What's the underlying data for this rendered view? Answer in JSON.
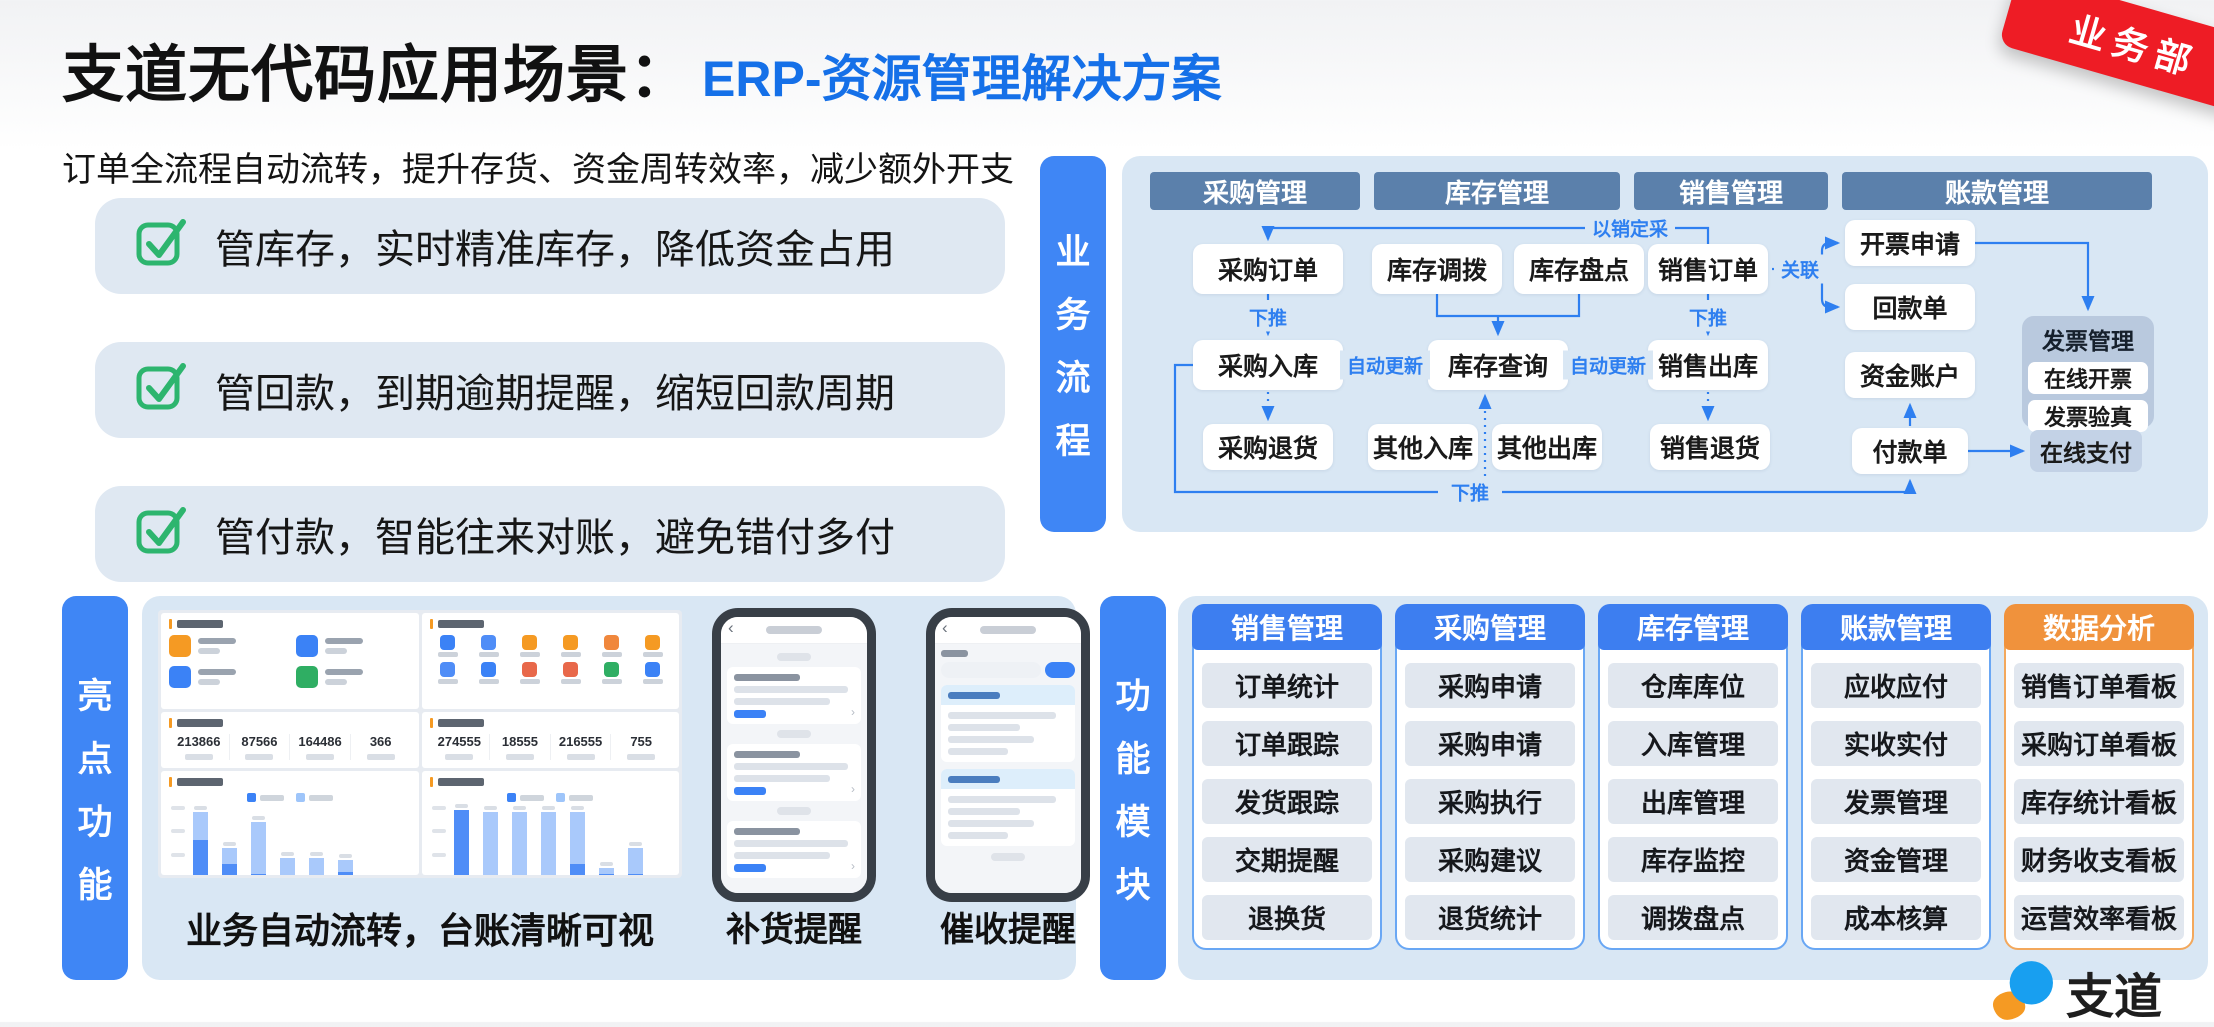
{
  "header": {
    "title_black": "支道无代码应用场景：",
    "title_blue": "ERP-资源管理解决方案",
    "ribbon": "业务部",
    "subtitle": "订单全流程自动流转，提升存货、资金周转效率，减少额外开支"
  },
  "highlights": [
    {
      "text": "管库存，实时精准库存，降低资金占用"
    },
    {
      "text": "管回款，到期逾期提醒，缩短回款周期"
    },
    {
      "text": "管付款，智能往来对账，避免错付多付"
    }
  ],
  "flow": {
    "tab": "业务流程",
    "headers": [
      "采购管理",
      "库存管理",
      "销售管理",
      "账款管理"
    ],
    "nodes": [
      {
        "id": "purchase-order",
        "label": "采购订单"
      },
      {
        "id": "stock-transfer",
        "label": "库存调拨"
      },
      {
        "id": "stock-count",
        "label": "库存盘点"
      },
      {
        "id": "sales-order",
        "label": "销售订单"
      },
      {
        "id": "invoice-request",
        "label": "开票申请"
      },
      {
        "id": "receipt-note",
        "label": "回款单"
      },
      {
        "id": "purchase-inbound",
        "label": "采购入库"
      },
      {
        "id": "stock-query",
        "label": "库存查询"
      },
      {
        "id": "sales-outbound",
        "label": "销售出库"
      },
      {
        "id": "fund-account",
        "label": "资金账户"
      },
      {
        "id": "purchase-return",
        "label": "采购退货"
      },
      {
        "id": "other-inbound",
        "label": "其他入库"
      },
      {
        "id": "other-outbound",
        "label": "其他出库"
      },
      {
        "id": "sales-return",
        "label": "销售退货"
      },
      {
        "id": "payment-note",
        "label": "付款单"
      }
    ],
    "labels": [
      {
        "id": "make-to-order",
        "text": "以销定采"
      },
      {
        "id": "push-down-1",
        "text": "下推"
      },
      {
        "id": "push-down-2",
        "text": "下推"
      },
      {
        "id": "auto-update-1",
        "text": "自动更新"
      },
      {
        "id": "auto-update-2",
        "text": "自动更新"
      },
      {
        "id": "relate",
        "text": "关联"
      },
      {
        "id": "push-down-3",
        "text": "下推"
      }
    ],
    "invoice_group": {
      "title": "发票管理",
      "items": [
        "在线开票",
        "发票验真"
      ]
    },
    "online_pay": "在线支付"
  },
  "panels": {
    "highlight": {
      "tab": "亮点功能",
      "caption_dashboard": "业务自动流转，台账清晰可视",
      "caption_phone1": "补货提醒",
      "caption_phone2": "催收提醒",
      "dashboard": {
        "tl_icons": [
          "#f59a23",
          "#3b82f6",
          "#3b82f6",
          "#2fae63"
        ],
        "tr_icons_row1": [
          "#3b82f6",
          "#4f8df7",
          "#f59a23",
          "#f59a23",
          "#f0873c",
          "#f59a23"
        ],
        "tr_icons_row2": [
          "#4f8df7",
          "#3b82f6",
          "#e8684a",
          "#e8684a",
          "#2fae63",
          "#3b82f6"
        ],
        "stats_left": [
          "213866",
          "87566",
          "164486",
          "366"
        ],
        "stats_right": [
          "274555",
          "18555",
          "216555",
          "755"
        ],
        "legend_colors": [
          "#3b82f6",
          "#9ec5fa"
        ],
        "chart_left": {
          "dark": [
            40,
            16,
            6,
            0,
            0,
            8
          ],
          "light": [
            28,
            16,
            52,
            22,
            22,
            12
          ]
        },
        "chart_right": {
          "dark": [
            70,
            4,
            4,
            4,
            16,
            6,
            6
          ],
          "light": [
            0,
            64,
            64,
            64,
            52,
            6,
            26
          ]
        }
      }
    },
    "modules": {
      "tab": "功能模块",
      "columns": [
        {
          "title": "销售管理",
          "accent": "blue",
          "items": [
            "订单统计",
            "订单跟踪",
            "发货跟踪",
            "交期提醒",
            "退换货"
          ]
        },
        {
          "title": "采购管理",
          "accent": "blue",
          "items": [
            "采购申请",
            "采购申请",
            "采购执行",
            "采购建议",
            "退货统计"
          ]
        },
        {
          "title": "库存管理",
          "accent": "blue",
          "items": [
            "仓库库位",
            "入库管理",
            "出库管理",
            "库存监控",
            "调拨盘点"
          ]
        },
        {
          "title": "账款管理",
          "accent": "blue",
          "items": [
            "应收应付",
            "实收实付",
            "发票管理",
            "资金管理",
            "成本核算"
          ]
        },
        {
          "title": "数据分析",
          "accent": "orange",
          "items": [
            "销售订单看板",
            "采购订单看板",
            "库存统计看板",
            "财务收支看板",
            "运营效率看板"
          ]
        }
      ]
    }
  },
  "logo": {
    "text": "支道"
  },
  "colors": {
    "accent_blue": "#3f86f5",
    "title_blue": "#1570e8",
    "slate_header": "#5b80ab",
    "panel_bg": "#d9e7f4",
    "flow_line": "#2e7ff0",
    "ribbon_red": "#ee1c25",
    "green_check": "#2db56e",
    "orange": "#f0923c",
    "module_item_bg": "#e1e7ef"
  }
}
